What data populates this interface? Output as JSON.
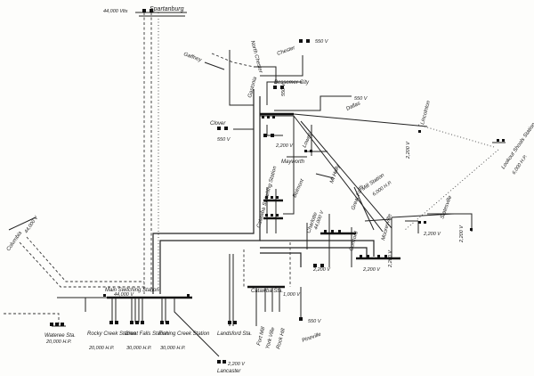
{
  "stations": {
    "spartanburg": "Spartanburg",
    "spartanburg_hp": "44,000 Vlts",
    "gaffney": "Gaffney",
    "north_chester": "North Chester",
    "chester": "Chester",
    "chester_v": "550 V",
    "bessemer": "Bessemer City",
    "bessemer_v": "550 V",
    "clover": "Clover",
    "clover_v": "550 V",
    "v2200_kings": "2,200 V",
    "gastonia": "Gastonia",
    "lowell": "Lowell",
    "dallas": "Dallas",
    "mayworth": "Mayworth",
    "belmont": "Belmont",
    "mt_holly": "Mt Holly",
    "lincolnton": "Lincolnton",
    "lincolnton_v": "2,200 V",
    "v550_lincoln": "550 V",
    "catawba_sw": "Catawba Switching Station",
    "charlotte": "Charlotte",
    "charlotte_v": "44,000 V",
    "bus_2200_a": "2,200 V",
    "great_falls_wire": "Great Falls",
    "mill_station": "Mill Station",
    "mill_hp": "6,000 H.P.",
    "mooresville": "Mooresville",
    "statesville": "Statesville",
    "statesville_v": "2,200 V",
    "catawba_v": "2,200 V",
    "lookout_shoals": "Lookout Shoals Station",
    "lookout_hp": "6,000 H.P.",
    "concord": "Concord",
    "bus_2200_b": "2,200 V",
    "v2200_c": "2,200 V",
    "columbia": "Columbia",
    "columbia_v": "44,000 V",
    "main_sw": "Main Switching Station",
    "main_sw_v": "44,000 V",
    "wateree": "Wateree Sta.",
    "wateree_hp": "20,000 H.P.",
    "rocky_creek": "Rocky Creek Station",
    "rocky_creek_hp": "20,000 H.P.",
    "great_falls": "Great Falls Station",
    "great_falls_hp": "30,000 H.P.",
    "fishing_creek": "Fishing Creek Station",
    "fishing_creek_hp": "30,000 H.P.",
    "catawba_sta": "Catawba Sta.",
    "catawba_sta_hp": "1,000 V",
    "landsford": "Landsford Sta.",
    "fort_mill": "Fort Mill",
    "york_ville": "York Ville",
    "rock_hill": "Rock Hill",
    "pineville_v": "550 V",
    "pineville": "Pineville",
    "lancaster_v": "2,200 V",
    "lancaster": "Lancaster"
  }
}
